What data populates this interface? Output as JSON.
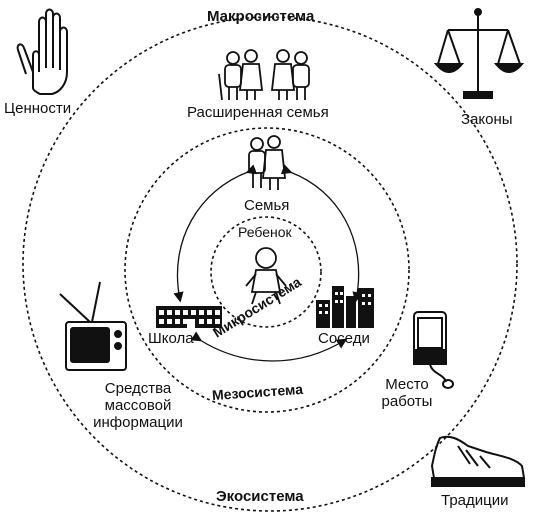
{
  "labels": {
    "macrosystem": "Макросистема",
    "exosystem": "Экосистема",
    "mesosystem": "Мезосистема",
    "microsystem": "Микросистема",
    "values": "Ценности",
    "laws": "Законы",
    "extended_family": "Расширенная семья",
    "family": "Семья",
    "child": "Ребенок",
    "school": "Школа",
    "neighbors": "Соседи",
    "media": [
      "Средства",
      "массовой",
      "информации"
    ],
    "workplace": [
      "Место",
      "работы"
    ],
    "traditions": "Традиции"
  },
  "icons": [
    "hand-icon",
    "scales-icon",
    "extended-family-icon",
    "family-icon",
    "baby-icon",
    "school-building-icon",
    "city-buildings-icon",
    "tv-icon",
    "computer-mouse-icon",
    "sneaker-icon"
  ],
  "colors": {
    "line": "#111111",
    "background": "#ffffff"
  }
}
